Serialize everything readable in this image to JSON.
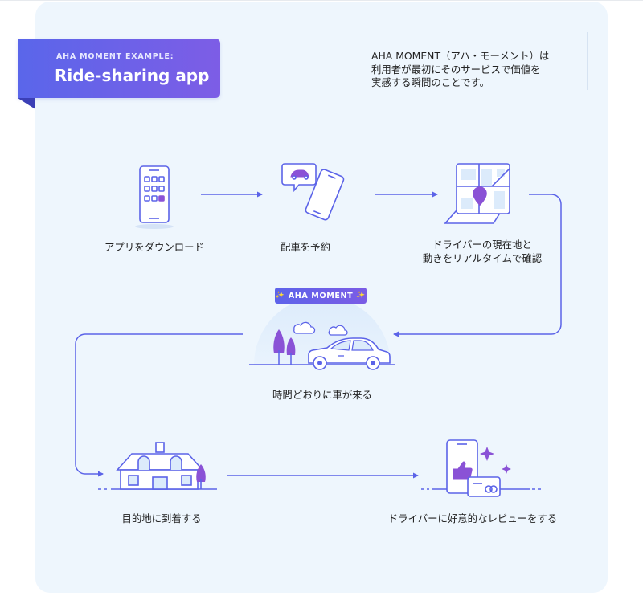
{
  "header": {
    "kicker": "AHA MOMENT EXAMPLE:",
    "title": "Ride-sharing app"
  },
  "description": {
    "line1": "AHA MOMENT（アハ・モーメント）は",
    "line2": "利用者が最初にそのサービスで価値を",
    "line3": "実感する瞬間のことです。"
  },
  "aha_badge": {
    "label": "AHA MOMENT",
    "sparkle": "✨"
  },
  "steps": {
    "download": "アプリをダウンロード",
    "book": "配車を予約",
    "track_line1": "ドライバーの現在地と",
    "track_line2": "動きをリアルタイムで確認",
    "arrive_on_time": "時間どおりに車が来る",
    "reach_destination": "目的地に到着する",
    "review": "ドライバーに好意的なレビューをする"
  },
  "colors": {
    "accent": "#5b63e8",
    "accent_purple": "#8a52d6",
    "panel_bg": "#eef6fd",
    "arrow": "#5b63e8",
    "line_art": "#5b63e8"
  }
}
